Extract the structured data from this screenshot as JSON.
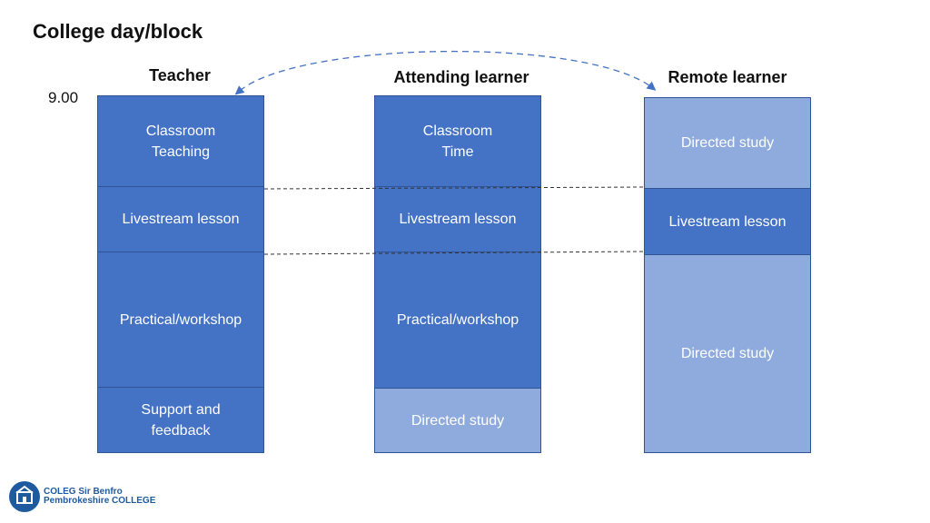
{
  "title": "College day/block",
  "start_time": "9.00",
  "columns": [
    {
      "heading": "Teacher",
      "blocks": [
        "Classroom\nTeaching",
        "Livestream lesson",
        "Practical/workshop",
        "Support and\nfeedback"
      ]
    },
    {
      "heading": "Attending learner",
      "blocks": [
        "Classroom\nTime",
        "Livestream lesson",
        "Practical/workshop",
        "Directed study"
      ]
    },
    {
      "heading": "Remote learner",
      "blocks": [
        "Directed study",
        "Livestream lesson",
        "Directed study"
      ]
    }
  ],
  "logo": {
    "line1": "COLEG Sir Benfro",
    "line2": "Pembrokeshire COLLEGE"
  },
  "colors": {
    "block_dark": "#4472c4",
    "block_light": "#8faadc",
    "border": "#2f5597",
    "arrow": "#4472c4"
  }
}
